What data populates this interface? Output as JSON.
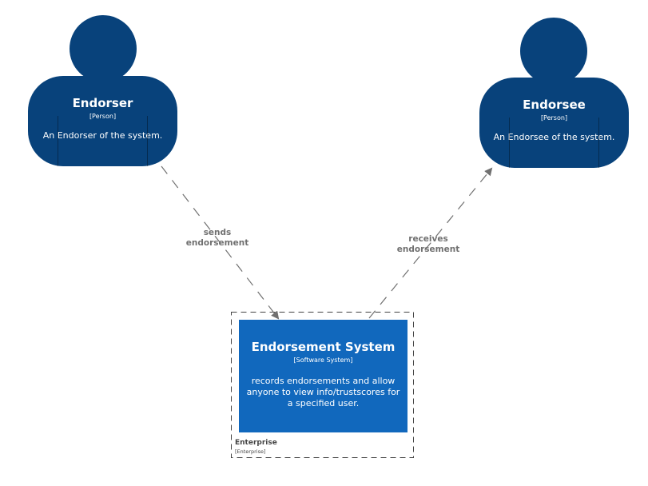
{
  "colors": {
    "person": "#08427b",
    "system": "#1168bd",
    "arrow": "#707070",
    "boundary": "#444444"
  },
  "endorser": {
    "name": "Endorser",
    "type": "[Person]",
    "description": "An Endorser of the system."
  },
  "endorsee": {
    "name": "Endorsee",
    "type": "[Person]",
    "description": "An Endorsee of the system."
  },
  "system": {
    "name": "Endorsement System",
    "type": "[Software System]",
    "description": "records endorsements and allow anyone to view info/trustscores for a specified user."
  },
  "boundary": {
    "name": "Enterprise",
    "type": "[Enterprise]"
  },
  "relationships": {
    "sends": {
      "line1": "sends",
      "line2": "endorsement"
    },
    "receives": {
      "line1": "receives",
      "line2": "endorsement"
    }
  }
}
